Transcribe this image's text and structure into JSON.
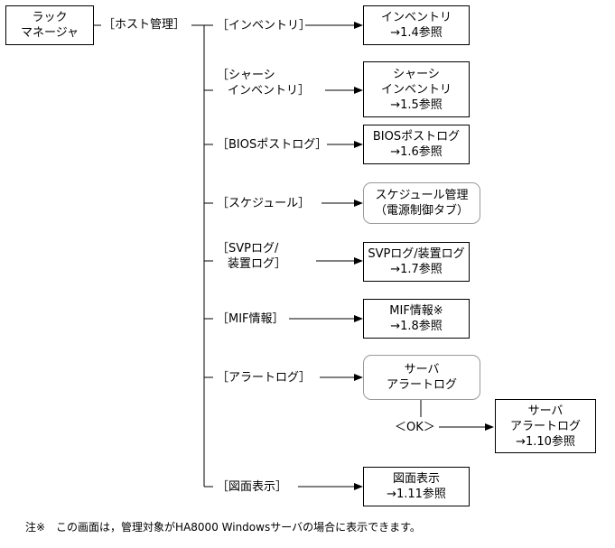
{
  "root": {
    "line1": "ラック",
    "line2": "マネージャ"
  },
  "host": "［ホスト管理］",
  "branches": [
    {
      "label": [
        "［インベントリ］"
      ],
      "target": [
        "インベントリ",
        "→1.4参照"
      ],
      "rounded": false
    },
    {
      "label": [
        "［シャーシ",
        "インベントリ］"
      ],
      "target": [
        "シャーシ",
        "インベントリ",
        "→1.5参照"
      ],
      "rounded": false
    },
    {
      "label": [
        "［BIOSポストログ］"
      ],
      "target": [
        "BIOSポストログ",
        "→1.6参照"
      ],
      "rounded": false
    },
    {
      "label": [
        "［スケジュール］"
      ],
      "target": [
        "スケジュール管理",
        "（電源制御タブ）"
      ],
      "rounded": true
    },
    {
      "label": [
        "［SVPログ/",
        "装置ログ］"
      ],
      "target": [
        "SVPログ/装置ログ",
        "→1.7参照"
      ],
      "rounded": false
    },
    {
      "label": [
        "［MIF情報］"
      ],
      "target": [
        "MIF情報※",
        "→1.8参照"
      ],
      "rounded": false
    },
    {
      "label": [
        "［アラートログ］"
      ],
      "target": [
        "サーバ",
        "アラートログ"
      ],
      "rounded": true
    },
    {
      "label": [
        "［図面表示］"
      ],
      "target": [
        "図面表示",
        "→1.11参照"
      ],
      "rounded": false
    }
  ],
  "ok": {
    "label": "＜OK＞",
    "target": [
      "サーバ",
      "アラートログ",
      "→1.10参照"
    ]
  },
  "footnote": "注※　この画面は，管理対象がHA8000 Windowsサーバの場合に表示できます。"
}
